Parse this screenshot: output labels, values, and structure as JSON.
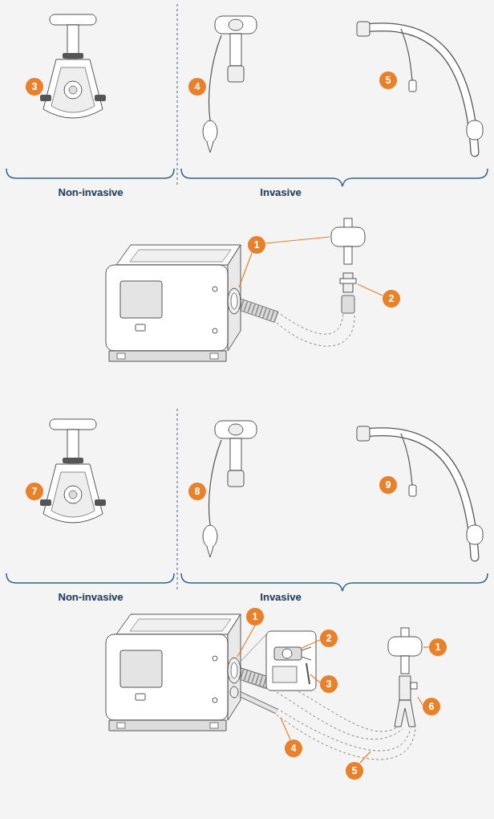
{
  "diagram": {
    "labels": [
      "3",
      "4",
      "5",
      "Non-invasive",
      "Invasive",
      "1",
      "2",
      "7",
      "8",
      "9",
      "Non-invasive",
      "Invasive",
      "1",
      "2",
      "1",
      "3",
      "6",
      "4",
      "5"
    ]
  }
}
